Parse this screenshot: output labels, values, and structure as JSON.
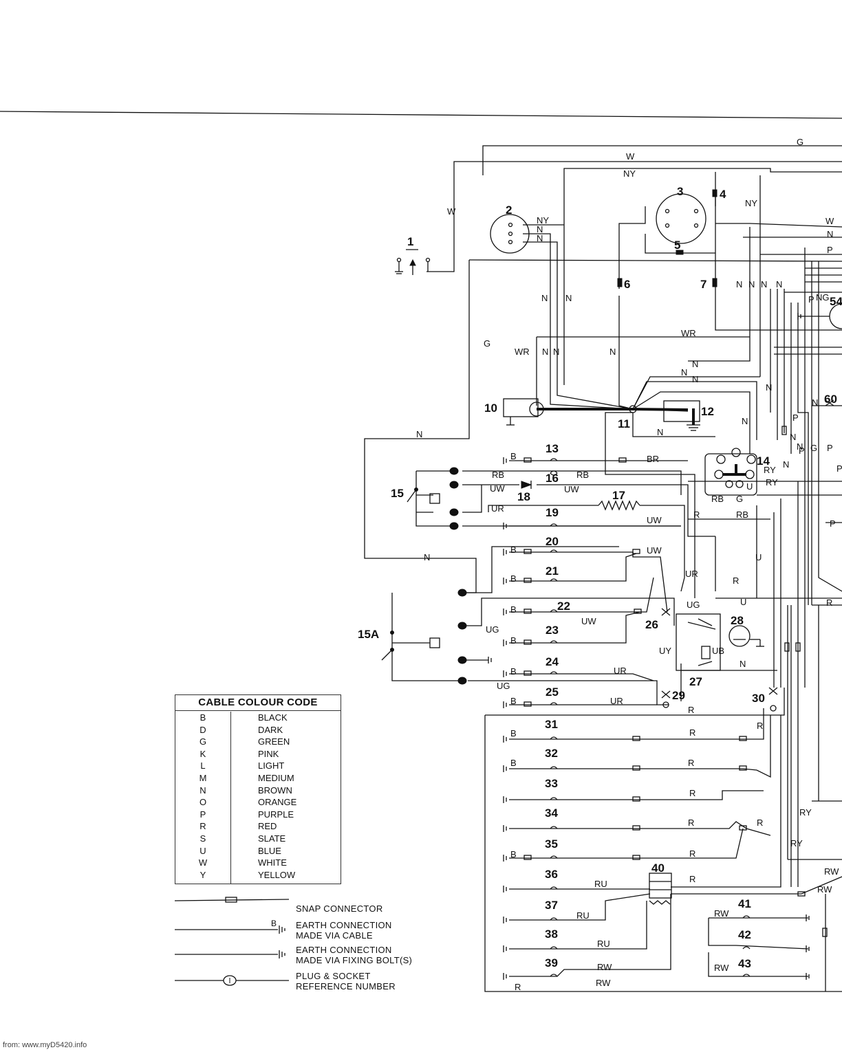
{
  "legend": {
    "title": "CABLE COLOUR CODE",
    "rows": [
      {
        "code": "B",
        "name": "BLACK"
      },
      {
        "code": "D",
        "name": "DARK"
      },
      {
        "code": "G",
        "name": "GREEN"
      },
      {
        "code": "K",
        "name": "PINK"
      },
      {
        "code": "L",
        "name": "LIGHT"
      },
      {
        "code": "M",
        "name": "MEDIUM"
      },
      {
        "code": "N",
        "name": "BROWN"
      },
      {
        "code": "O",
        "name": "ORANGE"
      },
      {
        "code": "P",
        "name": "PURPLE"
      },
      {
        "code": "R",
        "name": "RED"
      },
      {
        "code": "S",
        "name": "SLATE"
      },
      {
        "code": "U",
        "name": "BLUE"
      },
      {
        "code": "W",
        "name": "WHITE"
      },
      {
        "code": "Y",
        "name": "YELLOW"
      }
    ]
  },
  "key": {
    "snap": "SNAP CONNECTOR",
    "earth_cable_1": "EARTH CONNECTION",
    "earth_cable_2": "MADE VIA CABLE",
    "earth_cable_symbol": "B",
    "earth_bolt_1": "EARTH CONNECTION",
    "earth_bolt_2": "MADE VIA FIXING BOLT(S)",
    "plug_1": "PLUG & SOCKET",
    "plug_2": "REFERENCE NUMBER"
  },
  "components": {
    "n1": "1",
    "n2": "2",
    "n3": "3",
    "n4": "4",
    "n5": "5",
    "n6": "6",
    "n7": "7",
    "n10": "10",
    "n11": "11",
    "n12": "12",
    "n13": "13",
    "n14": "14",
    "n15": "15",
    "n15a": "15A",
    "n16": "16",
    "n17": "17",
    "n18": "18",
    "n19": "19",
    "n20": "20",
    "n21": "21",
    "n22": "22",
    "n23": "23",
    "n24": "24",
    "n25": "25",
    "n26": "26",
    "n27": "27",
    "n28": "28",
    "n29": "29",
    "n30": "30",
    "n31": "31",
    "n32": "32",
    "n33": "33",
    "n34": "34",
    "n35": "35",
    "n36": "36",
    "n37": "37",
    "n38": "38",
    "n39": "39",
    "n40": "40",
    "n41": "41",
    "n42": "42",
    "n43": "43",
    "n54": "54",
    "n60": "60"
  },
  "wires": {
    "g": "G",
    "w": "W",
    "ny": "NY",
    "n": "N",
    "wr": "WR",
    "p": "P",
    "ng": "NG",
    "br": "BR",
    "rb": "RB",
    "uw": "UW",
    "ur": "UR",
    "r": "R",
    "u": "U",
    "ug": "UG",
    "uy": "UY",
    "ub": "UB",
    "ry": "RY",
    "ru": "RU",
    "rw": "RW",
    "b": "B"
  },
  "footer": "from: www.myD5420.info"
}
